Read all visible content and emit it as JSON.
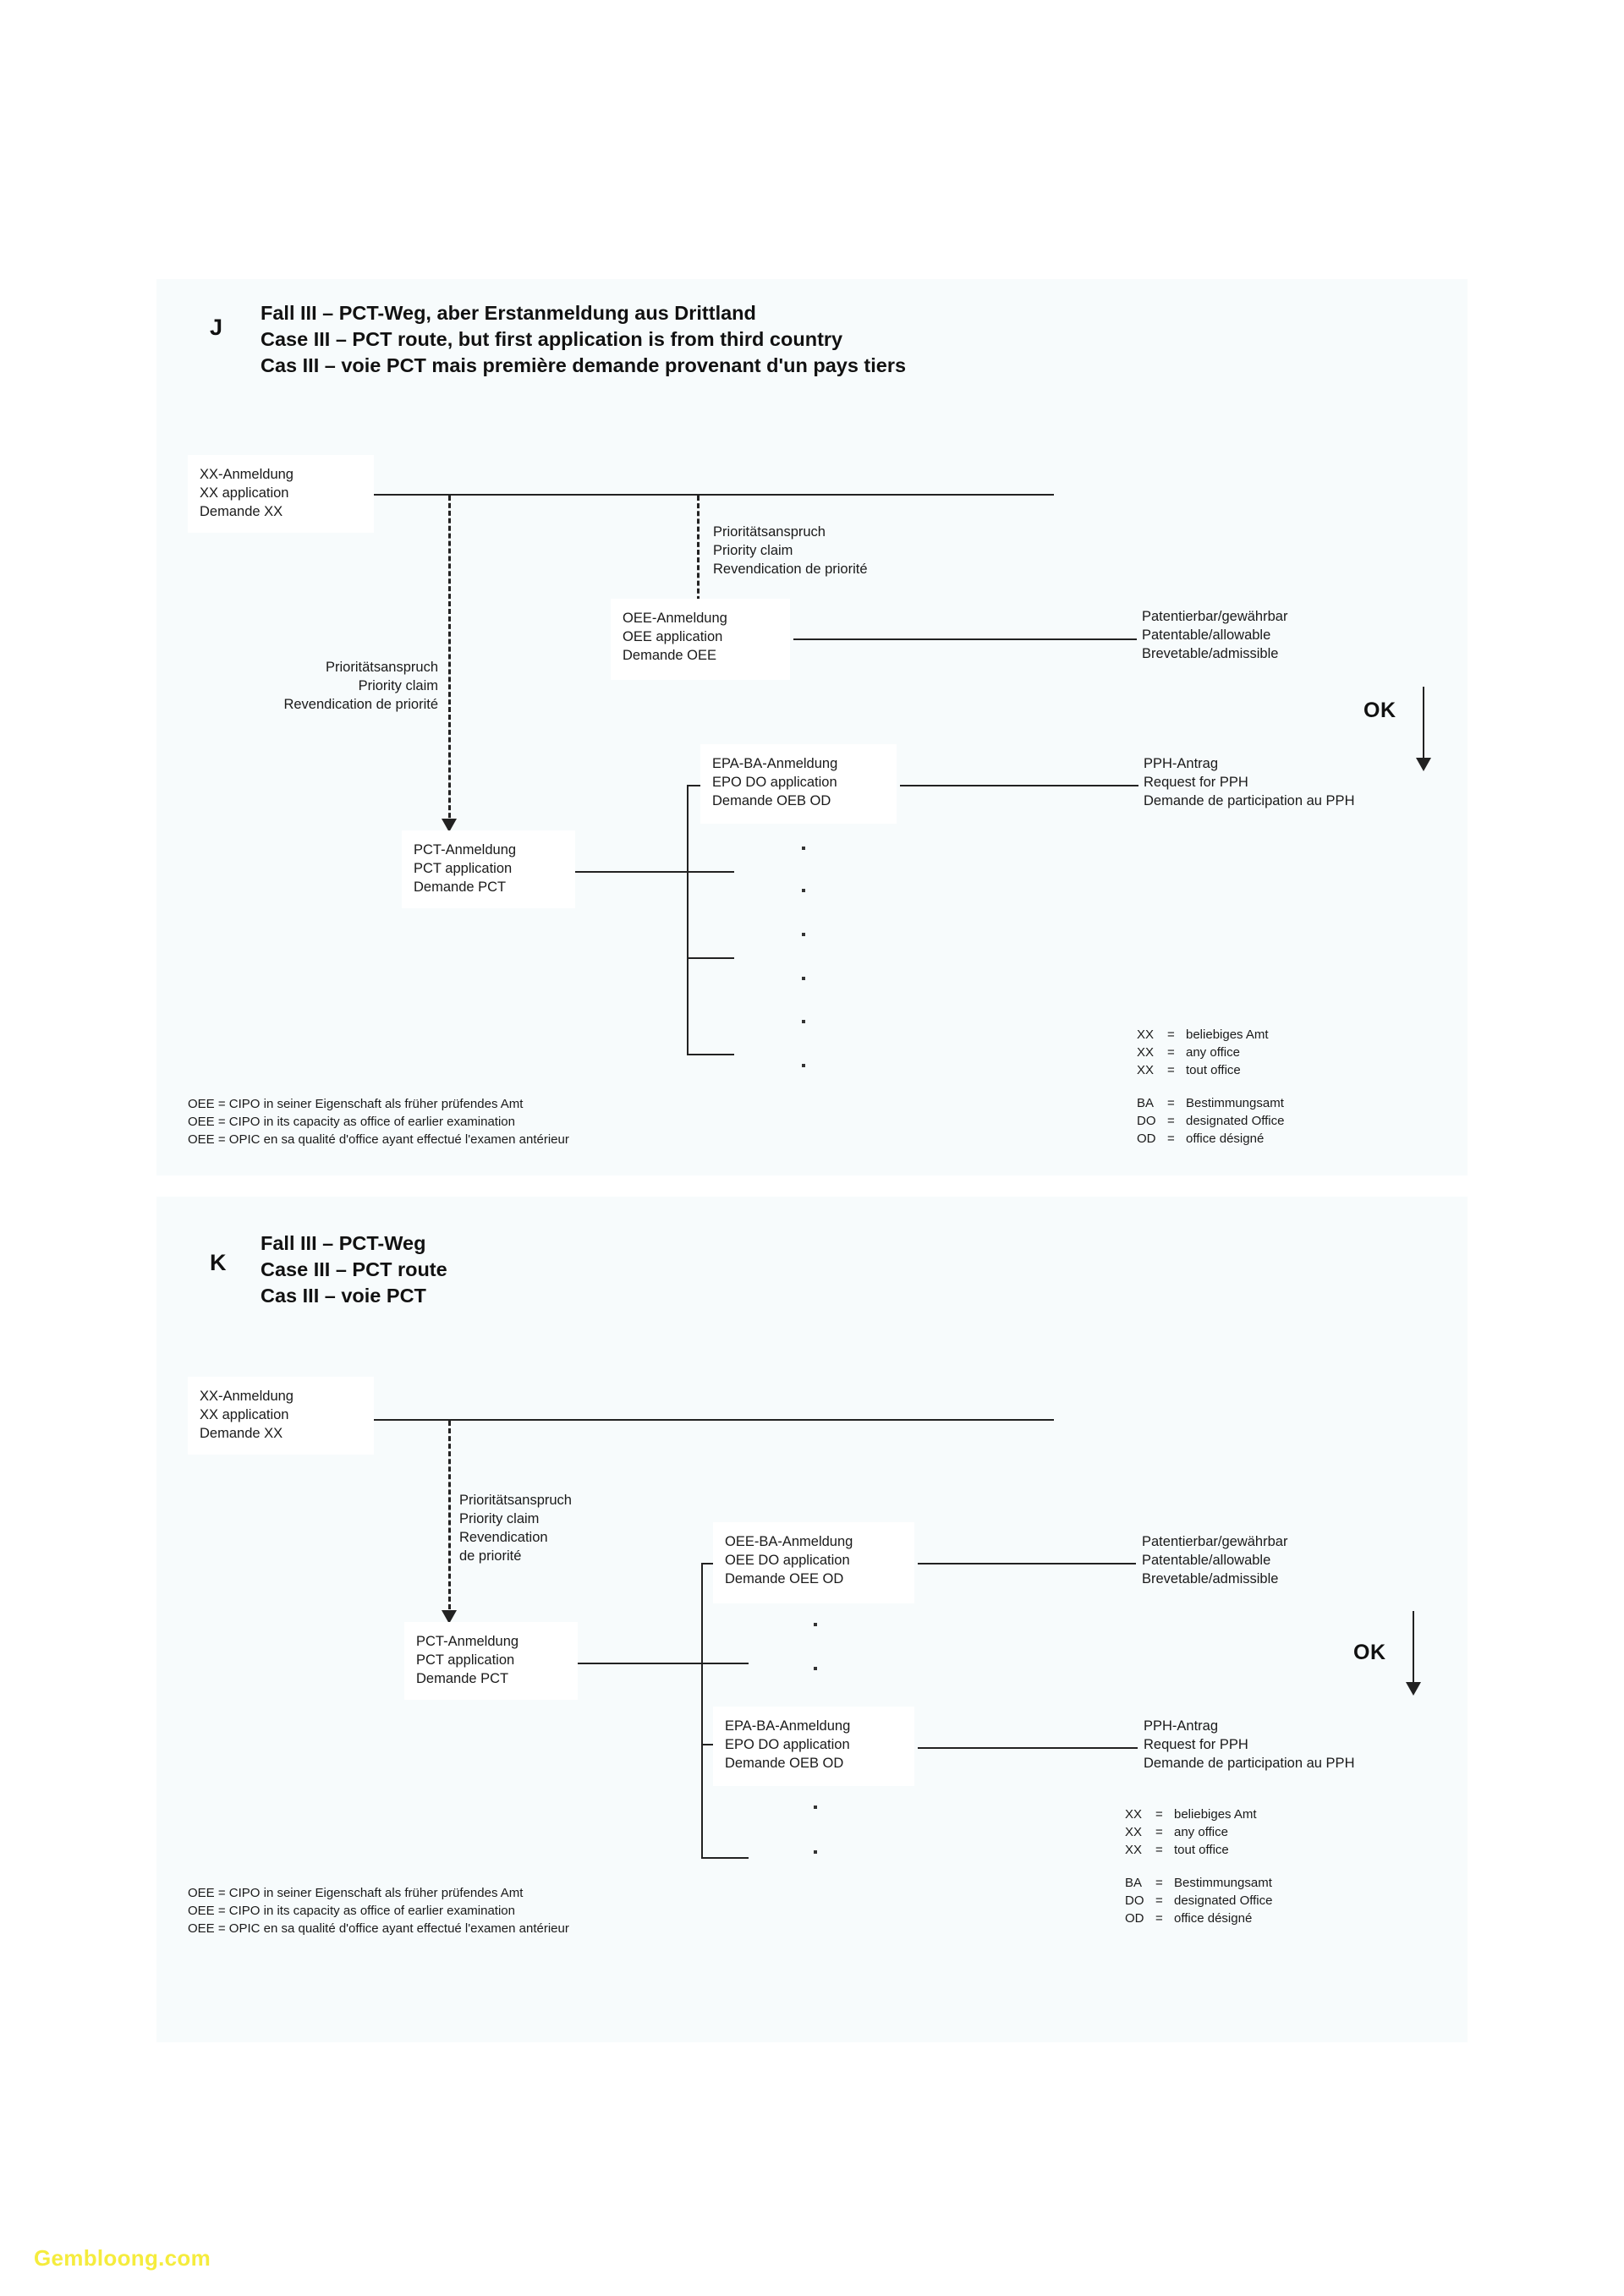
{
  "document": {
    "watermark": "Gembloong.com"
  },
  "panels": [
    {
      "id": "J",
      "letter": "J",
      "title_de": "Fall III – PCT-Weg, aber Erstanmeldung aus Drittland",
      "title_en": "Case III – PCT route, but first application is from third country",
      "title_fr": "Cas III – voie PCT mais première demande provenant d'un pays tiers",
      "boxes": {
        "xx_application": {
          "de": "XX-Anmeldung",
          "en": "XX application",
          "fr": "Demande XX"
        },
        "oee_application": {
          "de": "OEE-Anmeldung",
          "en": "OEE application",
          "fr": "Demande OEE"
        },
        "pct_application": {
          "de": "PCT-Anmeldung",
          "en": "PCT application",
          "fr": "Demande PCT"
        },
        "epo_do_application": {
          "de": "EPA-BA-Anmeldung",
          "en": "EPO DO application",
          "fr": "Demande OEB OD"
        },
        "patentable": {
          "de": "Patentierbar/gewährbar",
          "en": "Patentable/allowable",
          "fr": "Brevetable/admissible"
        },
        "pph_request": {
          "de": "PPH-Antrag",
          "en": "Request for PPH",
          "fr": "Demande de participation au PPH"
        }
      },
      "priority_top": {
        "de": "Prioritätsanspruch",
        "en": "Priority claim",
        "fr": "Revendication de priorité"
      },
      "priority_left": {
        "de": "Prioritätsanspruch",
        "en": "Priority claim",
        "fr": "Revendication de priorité"
      },
      "ok_label": "OK",
      "legend_oee": [
        "OEE = CIPO in seiner Eigenschaft als früher prüfendes Amt",
        "OEE = CIPO in its capacity as office of earlier examination",
        "OEE = OPIC en sa qualité d'office ayant effectué l'examen antérieur"
      ],
      "legend_codes": [
        {
          "key": "XX",
          "eq": "=",
          "value": "beliebiges Amt"
        },
        {
          "key": "XX",
          "eq": "=",
          "value": "any office"
        },
        {
          "key": "XX",
          "eq": "=",
          "value": "tout office"
        },
        {
          "key": "BA",
          "eq": "=",
          "value": "Bestimmungsamt"
        },
        {
          "key": "DO",
          "eq": "=",
          "value": "designated Office"
        },
        {
          "key": "OD",
          "eq": "=",
          "value": "office désigné"
        }
      ]
    },
    {
      "id": "K",
      "letter": "K",
      "title_de": "Fall III – PCT-Weg",
      "title_en": "Case III – PCT route",
      "title_fr": "Cas III – voie PCT",
      "boxes": {
        "xx_application": {
          "de": "XX-Anmeldung",
          "en": "XX application",
          "fr": "Demande XX"
        },
        "pct_application": {
          "de": "PCT-Anmeldung",
          "en": "PCT application",
          "fr": "Demande PCT"
        },
        "oee_do_application": {
          "de": "OEE-BA-Anmeldung",
          "en": "OEE DO application",
          "fr": "Demande OEE OD"
        },
        "epo_do_application": {
          "de": "EPA-BA-Anmeldung",
          "en": "EPO DO application",
          "fr": "Demande OEB OD"
        },
        "patentable": {
          "de": "Patentierbar/gewährbar",
          "en": "Patentable/allowable",
          "fr": "Brevetable/admissible"
        },
        "pph_request": {
          "de": "PPH-Antrag",
          "en": "Request for PPH",
          "fr": "Demande de participation au PPH"
        }
      },
      "priority_claim": {
        "de": "Prioritätsanspruch",
        "en": "Priority claim",
        "fr1": "Revendication",
        "fr2": "de priorité"
      },
      "ok_label": "OK",
      "legend_oee": [
        "OEE = CIPO in seiner Eigenschaft als früher prüfendes Amt",
        "OEE = CIPO in its capacity as office of earlier examination",
        "OEE = OPIC en sa qualité d'office ayant effectué l'examen antérieur"
      ],
      "legend_codes": [
        {
          "key": "XX",
          "eq": "=",
          "value": "beliebiges Amt"
        },
        {
          "key": "XX",
          "eq": "=",
          "value": "any office"
        },
        {
          "key": "XX",
          "eq": "=",
          "value": "tout office"
        },
        {
          "key": "BA",
          "eq": "=",
          "value": "Bestimmungsamt"
        },
        {
          "key": "DO",
          "eq": "=",
          "value": "designated Office"
        },
        {
          "key": "OD",
          "eq": "=",
          "value": "office désigné"
        }
      ]
    }
  ]
}
